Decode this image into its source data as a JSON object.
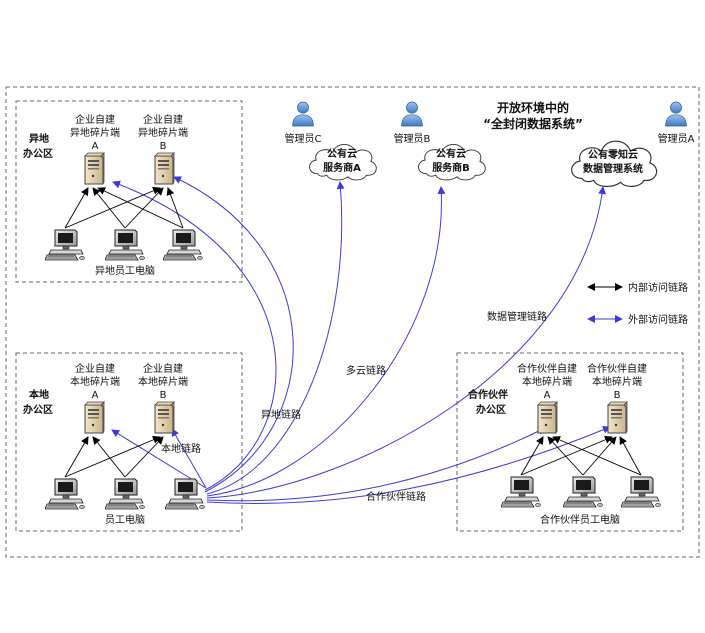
{
  "title": {
    "line1": "开放环境中的",
    "line2": "“全封闭数据系统”"
  },
  "remote_office": {
    "name_line1": "异地",
    "name_line2": "办公区",
    "server1": {
      "line1": "企业自建",
      "line2": "异地碎片端",
      "tag": "A"
    },
    "server2": {
      "line1": "企业自建",
      "line2": "异地碎片端",
      "tag": "B"
    },
    "pcs_label": "异地员工电脑"
  },
  "local_office": {
    "name_line1": "本地",
    "name_line2": "办公区",
    "server1": {
      "line1": "企业自建",
      "line2": "本地碎片端",
      "tag": "A"
    },
    "server2": {
      "line1": "企业自建",
      "line2": "本地碎片端",
      "tag": "B"
    },
    "pcs_label": "员工电脑"
  },
  "partner_office": {
    "name_line1": "合作伙伴",
    "name_line2": "办公区",
    "server1": {
      "line1": "合作伙伴自建",
      "line2": "本地碎片端",
      "tag": "A"
    },
    "server2": {
      "line1": "合作伙伴自建",
      "line2": "本地碎片端",
      "tag": "B"
    },
    "pcs_label": "合作伙伴员工电脑"
  },
  "clouds": {
    "a": {
      "line1": "公有云",
      "line2": "服务商A",
      "admin": "管理员C"
    },
    "b": {
      "line1": "公有云",
      "line2": "服务商B",
      "admin": "管理员B"
    },
    "c": {
      "line1": "公有零知云",
      "line2": "数据管理系统",
      "admin": "管理员A"
    }
  },
  "links": {
    "remote": "异地链路",
    "multicloud": "多云链路",
    "datamgmt": "数据管理链路",
    "local": "本地链路",
    "partner": "合作伙伴链路"
  },
  "legend": {
    "internal": "内部访问链路",
    "external": "外部访问链路"
  },
  "colors": {
    "external_link": "#3b3bdc",
    "internal_link": "#000000",
    "box_border": "#666666"
  }
}
